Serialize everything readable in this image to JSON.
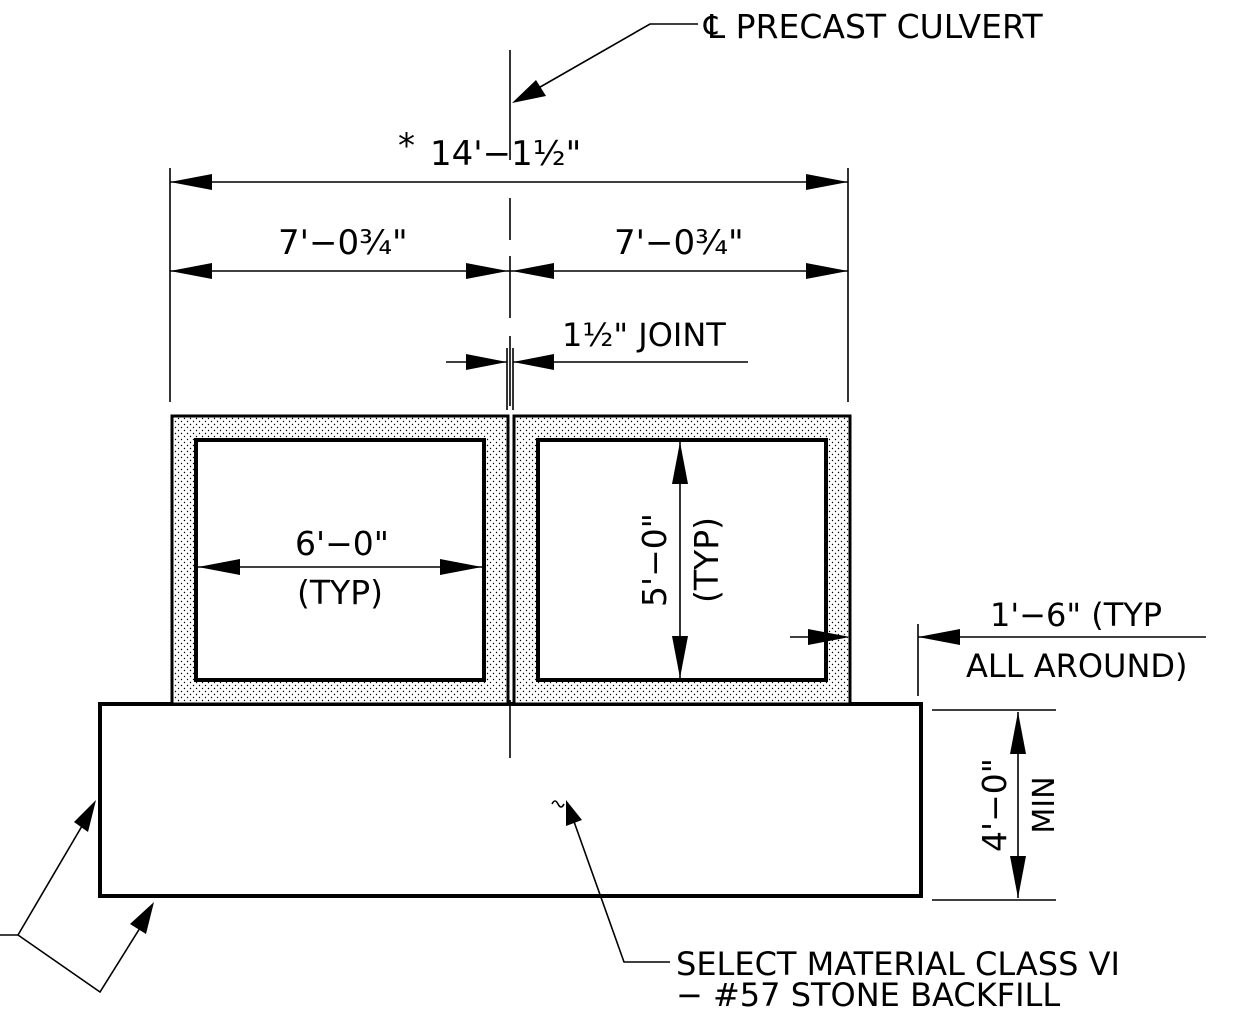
{
  "labels": {
    "centerline": "℄ PRECAST CULVERT",
    "overall_prefix": "*",
    "overall": "14'−1½\"",
    "left_half": "7'−0¾\"",
    "right_half": "7'−0¾\"",
    "joint": "1½\" JOINT",
    "opening_width": "6'−0\"",
    "opening_width_note": "(TYP)",
    "opening_height": "5'−0\"",
    "opening_height_note": "(TYP)",
    "wall_thickness_line1": "1'−6\" (TYP",
    "wall_thickness_line2": "ALL AROUND)",
    "bedding_depth": "4'−0\"",
    "bedding_depth_note": "MIN",
    "backfill_line1": "SELECT MATERIAL CLASS VI",
    "backfill_line2": "− #57 STONE BACKFILL"
  },
  "colors": {
    "line": "#000000",
    "background": "#ffffff"
  }
}
